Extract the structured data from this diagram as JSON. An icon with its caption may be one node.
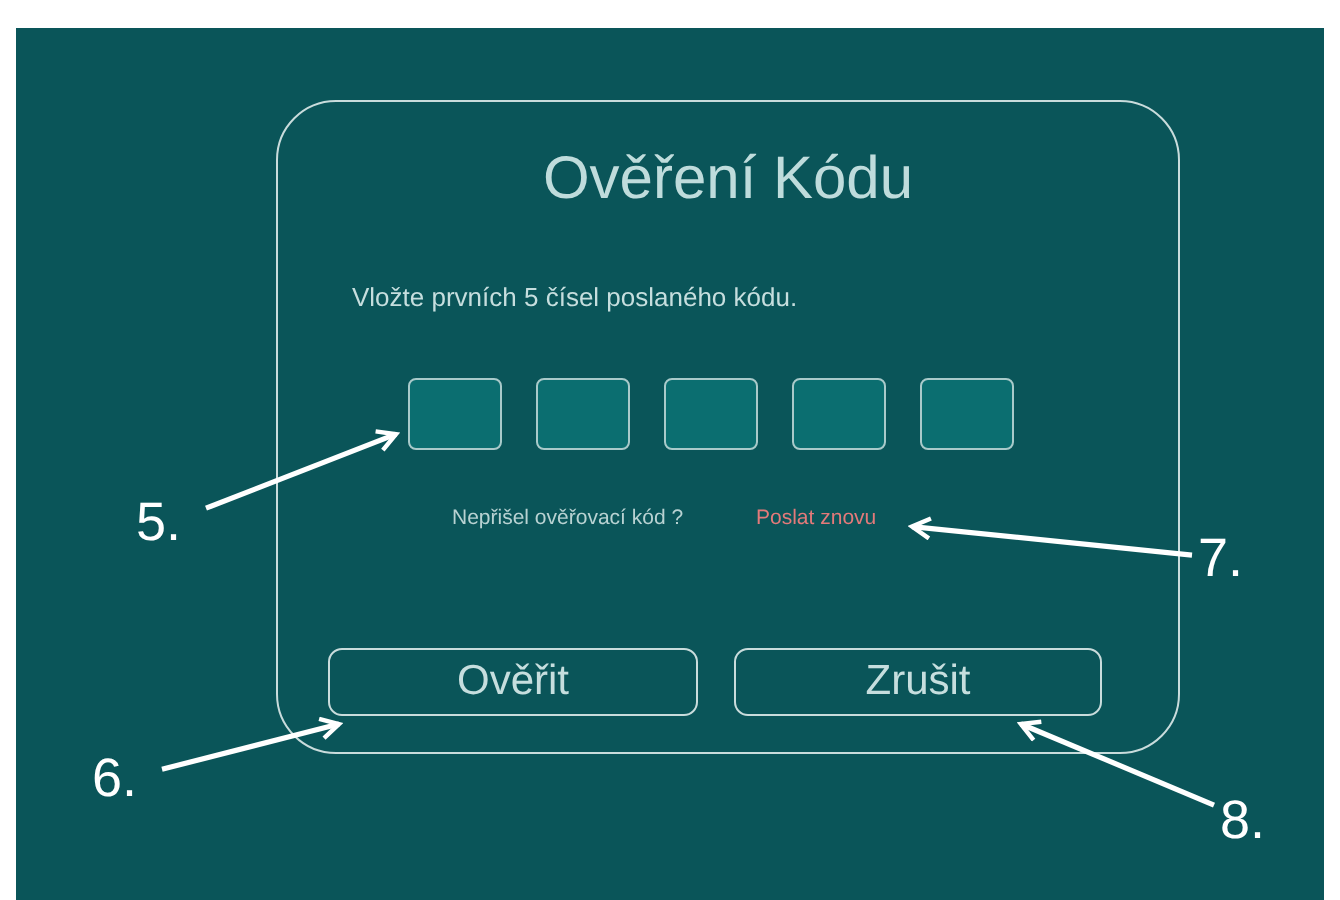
{
  "diagram": {
    "nodes": [
      {
        "text": [
          "Ověření Kódu",
          "Vložte prvních 5 čísel poslaného kódu."
        ]
      },
      {
        "text": [],
        "shape": "box",
        "in": 0
      },
      {
        "text": [],
        "shape": "box",
        "in": 0
      },
      {
        "text": [],
        "shape": "box",
        "in": 0
      },
      {
        "text": [],
        "shape": "box",
        "in": 0
      },
      {
        "text": [],
        "shape": "box",
        "in": 0
      },
      {
        "text": [
          "Poslat znovu"
        ],
        "in": 0
      },
      {
        "text": [
          "Ověřit"
        ],
        "in": 0
      },
      {
        "text": [
          "Zrušit"
        ],
        "in": 0
      },
      {
        "text": [
          "5."
        ]
      },
      {
        "text": [
          "6."
        ]
      },
      {
        "text": [
          "7."
        ]
      },
      {
        "text": [
          "8."
        ]
      }
    ],
    "edges": [
      {
        "from": 9,
        "to": 1,
        "arrow": "to"
      },
      {
        "from": 10,
        "to": 7,
        "arrow": "to"
      },
      {
        "from": 11,
        "to": 6,
        "arrow": "to"
      },
      {
        "from": 12,
        "to": 8,
        "arrow": "to"
      }
    ],
    "labels": [
      "Nepřišel ověřovací kód ?"
    ]
  }
}
